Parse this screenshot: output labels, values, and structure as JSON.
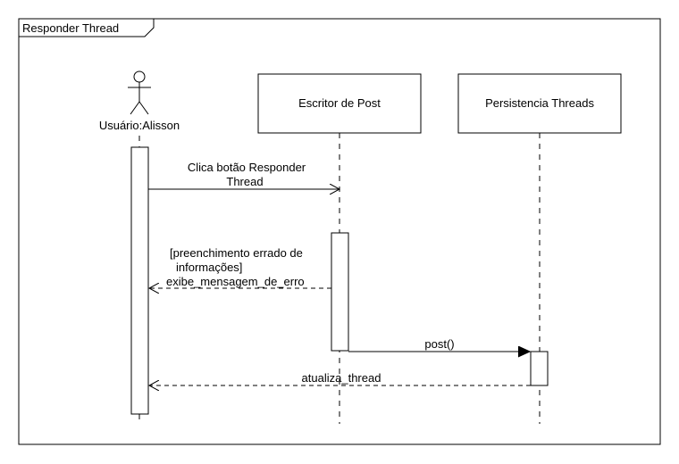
{
  "frame": {
    "title": "Responder Thread"
  },
  "actor": {
    "label": "Usuário:Alisson"
  },
  "participants": [
    {
      "label": "Escritor de Post"
    },
    {
      "label": "Persistencia Threads"
    }
  ],
  "messages": [
    {
      "lines": [
        "Clica botão Responder",
        "Thread"
      ],
      "kind": "sync"
    },
    {
      "lines": [
        "[preenchimento errado de",
        "informações]",
        "exibe_mensagem_de_erro"
      ],
      "kind": "return"
    },
    {
      "lines": [
        "post()"
      ],
      "kind": "call"
    },
    {
      "lines": [
        "atualiza_thread"
      ],
      "kind": "return"
    }
  ]
}
